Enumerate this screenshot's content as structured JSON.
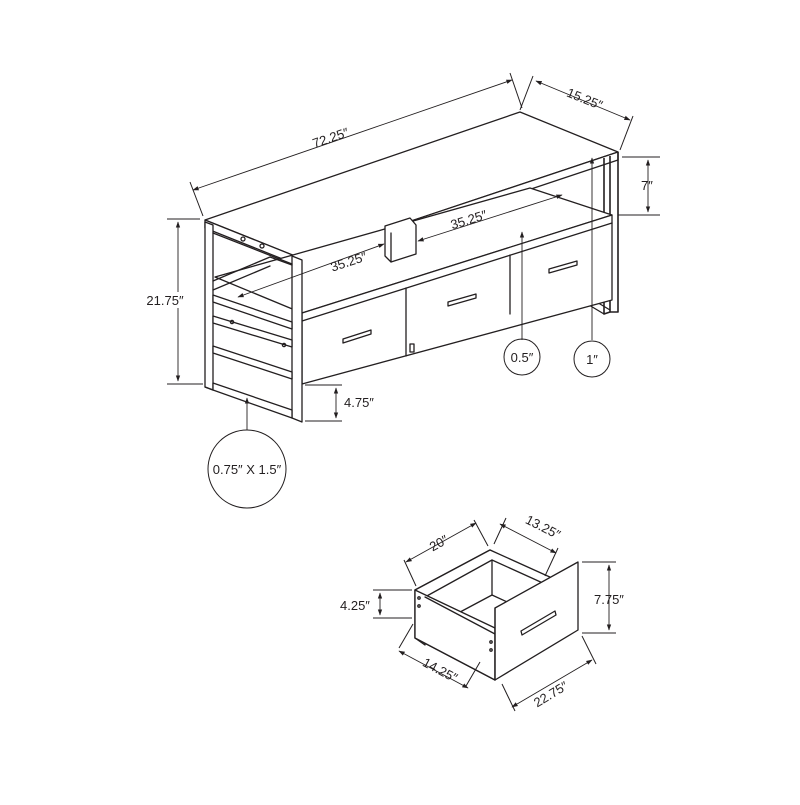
{
  "labels": {
    "length": "72.25″",
    "depth": "15.25″",
    "top_gap": "7″",
    "shelf_back": "35.25″",
    "shelf_front": "35.25″",
    "height": "21.75″",
    "bottom_clearance": "4.75″",
    "shelf_thickness": "0.5″",
    "top_thickness": "1″",
    "leg_profile": "0.75″ X 1.5″",
    "drawer_width": "20″",
    "drawer_depth": "13.25″",
    "drawer_inner_height": "4.25″",
    "drawer_front_height": "7.75″",
    "drawer_bottom_width": "14.25″",
    "drawer_front_width": "22.75″"
  }
}
